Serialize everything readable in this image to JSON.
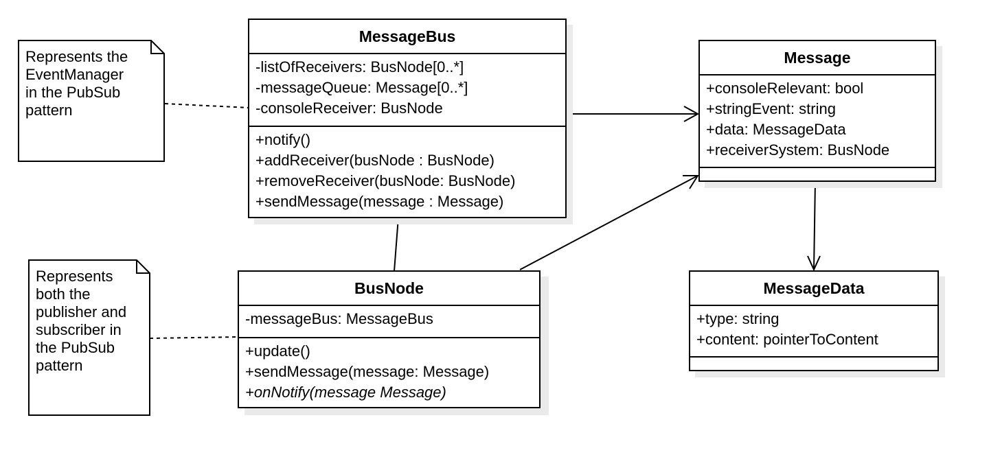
{
  "classes": {
    "message_bus": {
      "name": "MessageBus",
      "attributes": [
        "-listOfReceivers: BusNode[0..*]",
        "-messageQueue: Message[0..*]",
        "-consoleReceiver: BusNode"
      ],
      "operations": [
        "+notify()",
        "+addReceiver(busNode : BusNode)",
        "+removeReceiver(busNode: BusNode)",
        "+sendMessage(message : Message)"
      ]
    },
    "message": {
      "name": "Message",
      "attributes": [
        "+consoleRelevant: bool",
        "+stringEvent: string",
        "+data: MessageData",
        "+receiverSystem: BusNode"
      ]
    },
    "bus_node": {
      "name": "BusNode",
      "attributes": [
        "-messageBus: MessageBus"
      ],
      "operations": [
        "+update()",
        "+sendMessage(message: Message)",
        "+onNotify(message Message)"
      ]
    },
    "message_data": {
      "name": "MessageData",
      "attributes": [
        "+type: string",
        "+content: pointerToContent"
      ]
    }
  },
  "notes": {
    "event_manager": {
      "lines": [
        "Represents the",
        "EventManager",
        "in the PubSub",
        "pattern"
      ]
    },
    "publisher_subscriber": {
      "lines": [
        "Represents",
        "both the",
        "publisher and",
        "subscriber in",
        "the PubSub",
        "pattern"
      ]
    }
  }
}
